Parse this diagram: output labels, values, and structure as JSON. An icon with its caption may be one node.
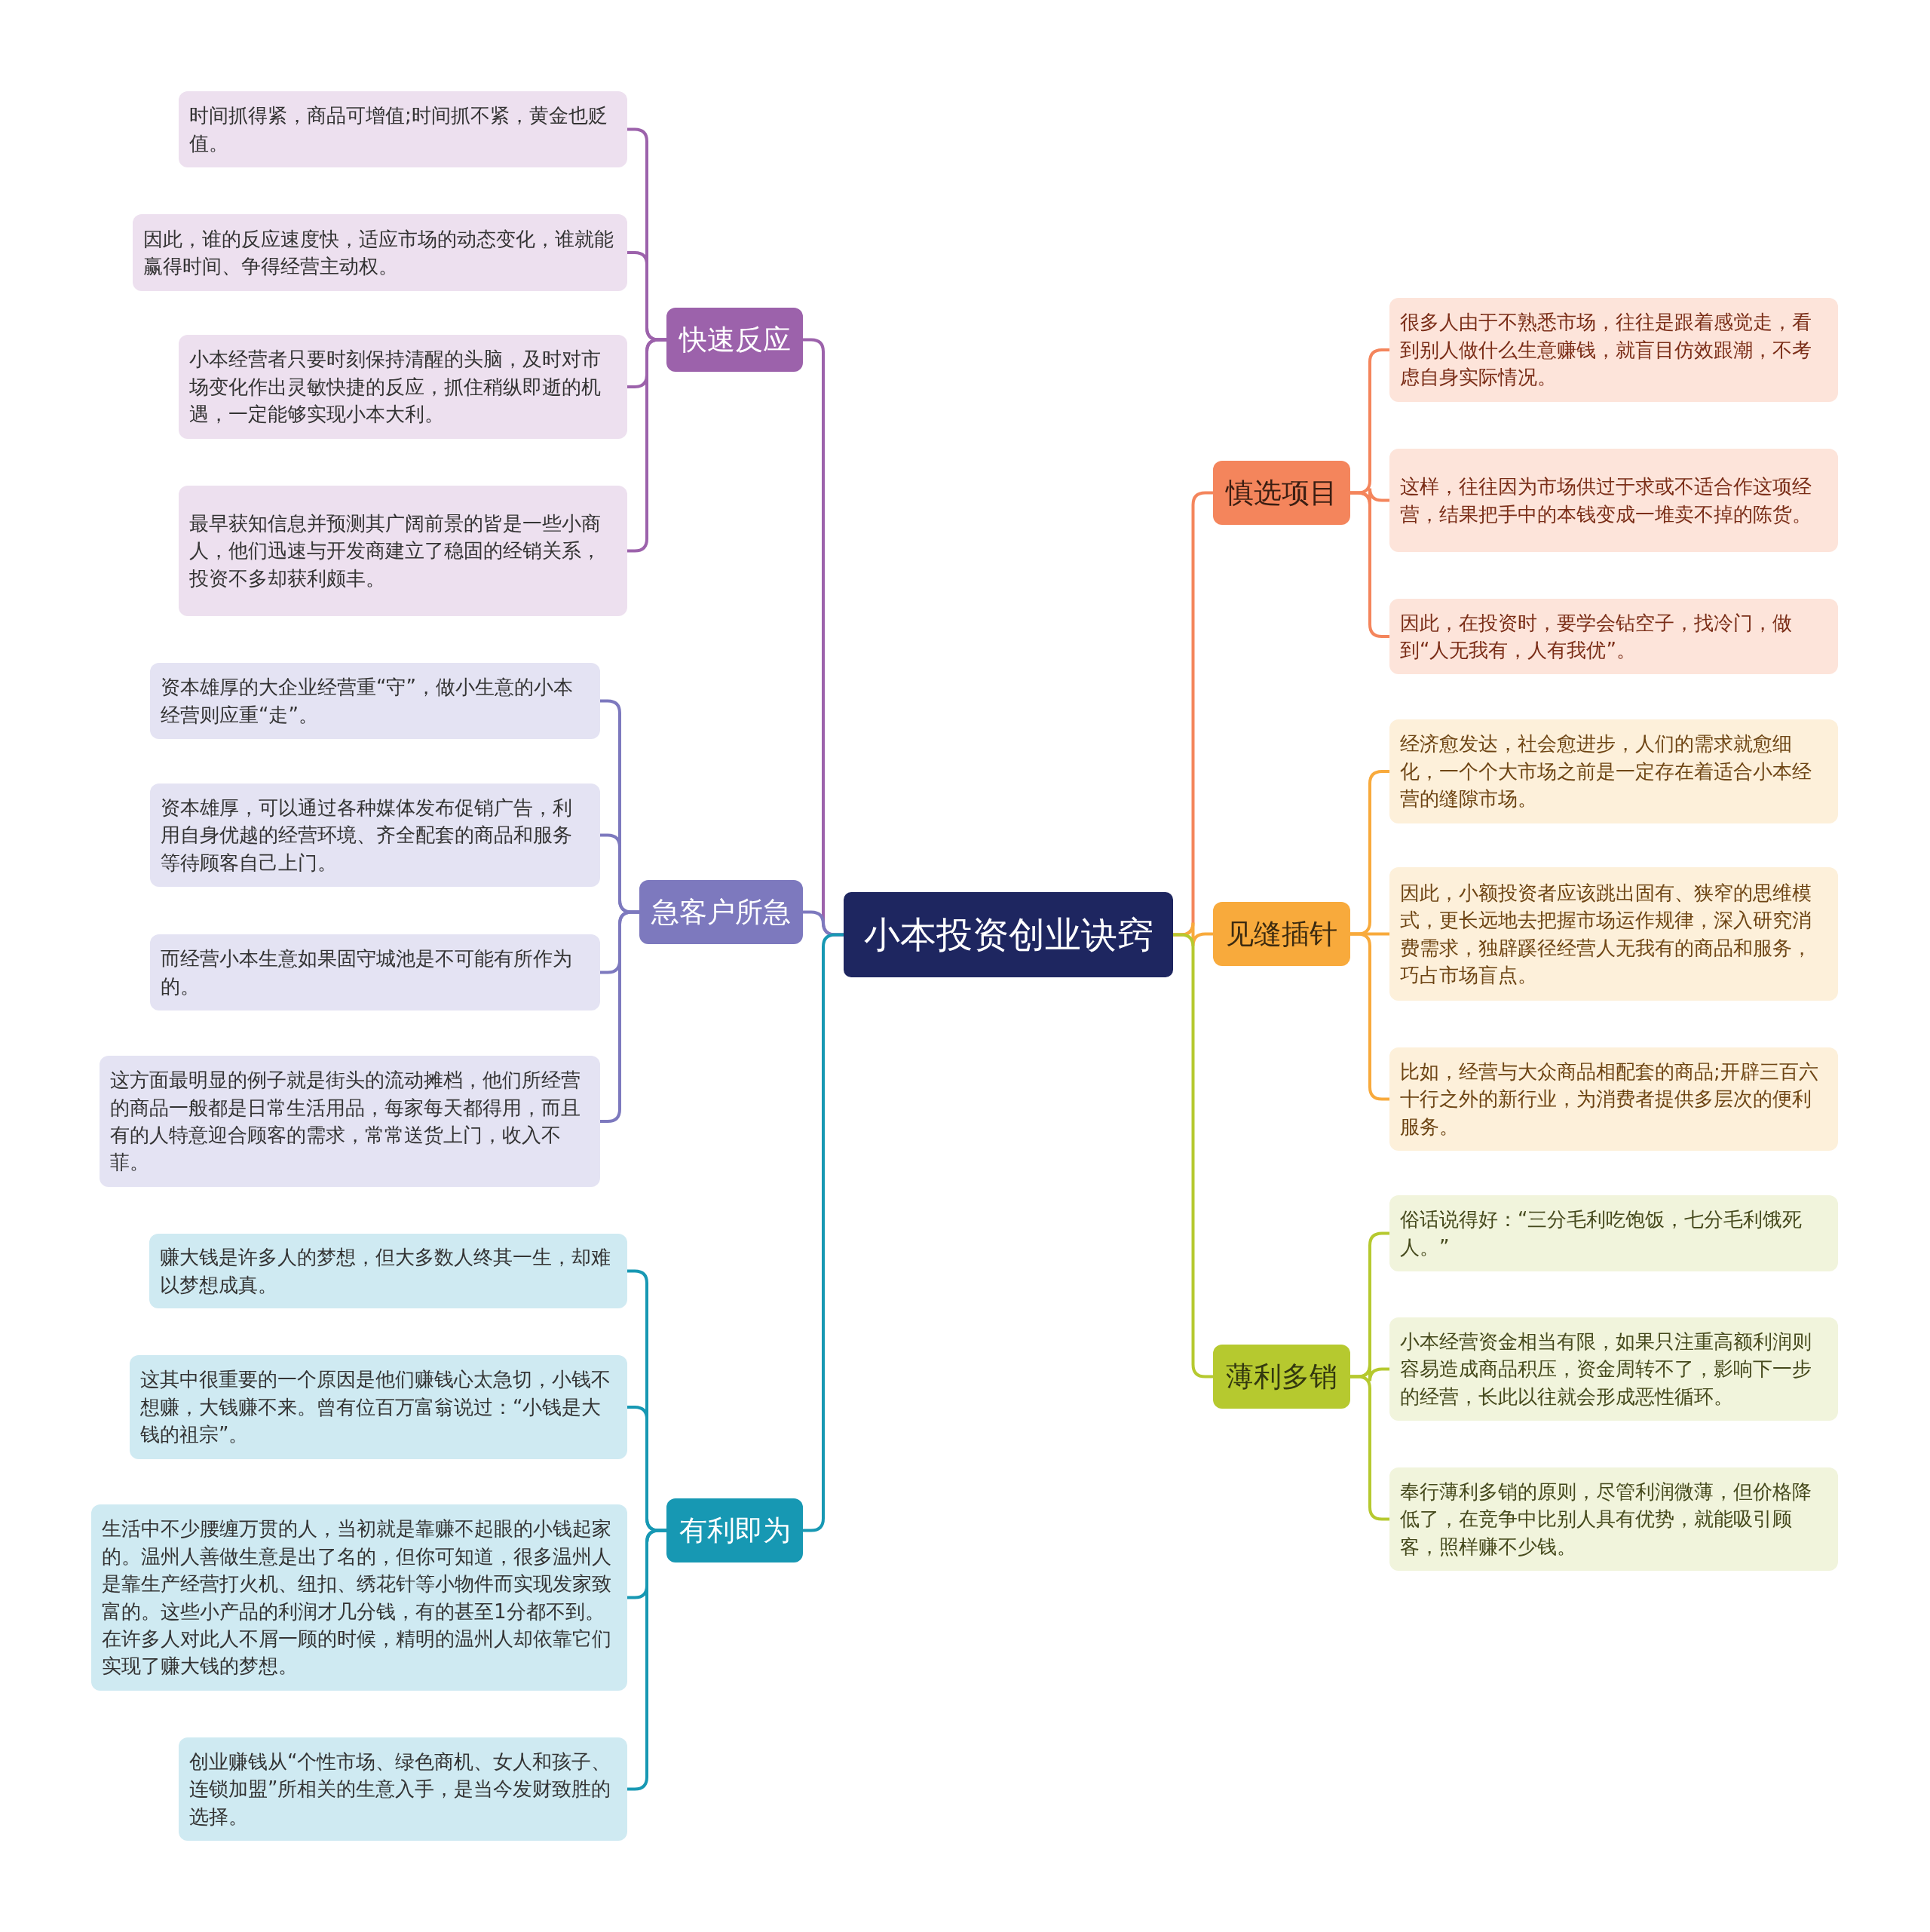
{
  "diagram": {
    "nodes": [
      {
        "text": [
          "小本投资创业诀窍"
        ]
      },
      {
        "text": [
          "快速反应"
        ]
      },
      {
        "text": [
          "时间抓得紧，商品可增值;时间抓不紧，黄金也贬值。"
        ]
      },
      {
        "text": [
          "因此，谁的反应速度快，适应市场的动态变化，谁就能赢得时间、争得经营主动权。"
        ]
      },
      {
        "text": [
          "小本经营者只要时刻保持清醒的头脑，及时对市场变化作出灵敏快捷的反应，抓住稍纵即逝的机遇，一定能够实现小本大利。"
        ]
      },
      {
        "text": [
          "最早获知信息并预测其广阔前景的皆是一些小商人，他们迅速与开发商建立了稳固的经销关系，投资不多却获利颇丰。"
        ]
      },
      {
        "text": [
          "急客户所急"
        ]
      },
      {
        "text": [
          "资本雄厚的大企业经营重“守”，做小生意的小本经营则应重“走”。"
        ]
      },
      {
        "text": [
          "资本雄厚，可以通过各种媒体发布促销广告，利用自身优越的经营环境、齐全配套的商品和服务等待顾客自己上门。"
        ]
      },
      {
        "text": [
          "而经营小本生意如果固守城池是不可能有所作为的。"
        ]
      },
      {
        "text": [
          "这方面最明显的例子就是街头的流动摊档，他们所经营的商品一般都是日常生活用品，每家每天都得用，而且有的人特意迎合顾客的需求，常常送货上门，收入不菲。"
        ]
      },
      {
        "text": [
          "有利即为"
        ]
      },
      {
        "text": [
          "赚大钱是许多人的梦想，但大多数人终其一生，却难以梦想成真。"
        ]
      },
      {
        "text": [
          "这其中很重要的一个原因是他们赚钱心太急切，小钱不想赚，大钱赚不来。曾有位百万富翁说过：“小钱是大钱的祖宗”。"
        ]
      },
      {
        "text": [
          "生活中不少腰缠万贯的人，当初就是靠赚不起眼的小钱起家的。温州人善做生意是出了名的，但你可知道，很多温州人是靠生产经营打火机、纽扣、绣花针等小物件而实现发家致富的。这些小产品的利润才几分钱，有的甚至1分都不到。在许多人对此人不屑一顾的时候，精明的温州人却依靠它们实现了赚大钱的梦想。"
        ]
      },
      {
        "text": [
          "创业赚钱从“个性市场、绿色商机、女人和孩子、连锁加盟”所相关的生意入手，是当今发财致胜的选择。"
        ]
      },
      {
        "text": [
          "慎选项目"
        ]
      },
      {
        "text": [
          "很多人由于不熟悉市场，往往是跟着感觉走，看到别人做什么生意赚钱，就盲目仿效跟潮，不考虑自身实际情况。"
        ]
      },
      {
        "text": [
          "这样，往往因为市场供过于求或不适合作这项经营，结果把手中的本钱变成一堆卖不掉的陈货。"
        ]
      },
      {
        "text": [
          "因此，在投资时，要学会钻空子，找冷门，做到“人无我有，人有我优”。"
        ]
      },
      {
        "text": [
          "见缝插针"
        ]
      },
      {
        "text": [
          "经济愈发达，社会愈进步，人们的需求就愈细化，一个个大市场之前是一定存在着适合小本经营的缝隙市场。"
        ]
      },
      {
        "text": [
          "因此，小额投资者应该跳出固有、狭窄的思维模式，更长远地去把握市场运作规律，深入研究消费需求，独辟蹊径经营人无我有的商品和服务，巧占市场盲点。"
        ]
      },
      {
        "text": [
          "比如，经营与大众商品相配套的商品;开辟三百六十行之外的新行业，为消费者提供多层次的便利服务。"
        ]
      },
      {
        "text": [
          "薄利多销"
        ]
      },
      {
        "text": [
          "俗话说得好：“三分毛利吃饱饭，七分毛利饿死人。”"
        ]
      },
      {
        "text": [
          "小本经营资金相当有限，如果只注重高额利润则容易造成商品积压，资金周转不了，影响下一步的经营，长此以往就会形成恶性循环。"
        ]
      },
      {
        "text": [
          "奉行薄利多销的原则，尽管利润微薄，但价格降低了，在竞争中比别人具有优势，就能吸引顾客，照样赚不少钱。"
        ]
      }
    ],
    "edges": [
      {
        "from": 0,
        "to": 1,
        "arrow": "none",
        "color": "#9c62ab"
      },
      {
        "from": 1,
        "to": 2,
        "arrow": "none",
        "color": "#9c62ab"
      },
      {
        "from": 1,
        "to": 3,
        "arrow": "none",
        "color": "#9c62ab"
      },
      {
        "from": 1,
        "to": 4,
        "arrow": "none",
        "color": "#9c62ab"
      },
      {
        "from": 1,
        "to": 5,
        "arrow": "none",
        "color": "#9c62ab"
      },
      {
        "from": 0,
        "to": 6,
        "arrow": "none",
        "color": "#7d79be"
      },
      {
        "from": 6,
        "to": 7,
        "arrow": "none",
        "color": "#7d79be"
      },
      {
        "from": 6,
        "to": 8,
        "arrow": "none",
        "color": "#7d79be"
      },
      {
        "from": 6,
        "to": 9,
        "arrow": "none",
        "color": "#7d79be"
      },
      {
        "from": 6,
        "to": 10,
        "arrow": "none",
        "color": "#7d79be"
      },
      {
        "from": 0,
        "to": 11,
        "arrow": "none",
        "color": "#1798b3"
      },
      {
        "from": 11,
        "to": 12,
        "arrow": "none",
        "color": "#1798b3"
      },
      {
        "from": 11,
        "to": 13,
        "arrow": "none",
        "color": "#1798b3"
      },
      {
        "from": 11,
        "to": 14,
        "arrow": "none",
        "color": "#1798b3"
      },
      {
        "from": 11,
        "to": 15,
        "arrow": "none",
        "color": "#1798b3"
      },
      {
        "from": 0,
        "to": 16,
        "arrow": "none",
        "color": "#f4855c"
      },
      {
        "from": 16,
        "to": 17,
        "arrow": "none",
        "color": "#f4855c"
      },
      {
        "from": 16,
        "to": 18,
        "arrow": "none",
        "color": "#f4855c"
      },
      {
        "from": 16,
        "to": 19,
        "arrow": "none",
        "color": "#f4855c"
      },
      {
        "from": 0,
        "to": 20,
        "arrow": "none",
        "color": "#f8aa3c"
      },
      {
        "from": 20,
        "to": 21,
        "arrow": "none",
        "color": "#f8aa3c"
      },
      {
        "from": 20,
        "to": 22,
        "arrow": "none",
        "color": "#f8aa3c"
      },
      {
        "from": 20,
        "to": 23,
        "arrow": "none",
        "color": "#f8aa3c"
      },
      {
        "from": 0,
        "to": 24,
        "arrow": "none",
        "color": "#b6c92f"
      },
      {
        "from": 24,
        "to": 25,
        "arrow": "none",
        "color": "#b6c92f"
      },
      {
        "from": 24,
        "to": 26,
        "arrow": "none",
        "color": "#b6c92f"
      },
      {
        "from": 24,
        "to": 27,
        "arrow": "none",
        "color": "#b6c92f"
      }
    ]
  }
}
